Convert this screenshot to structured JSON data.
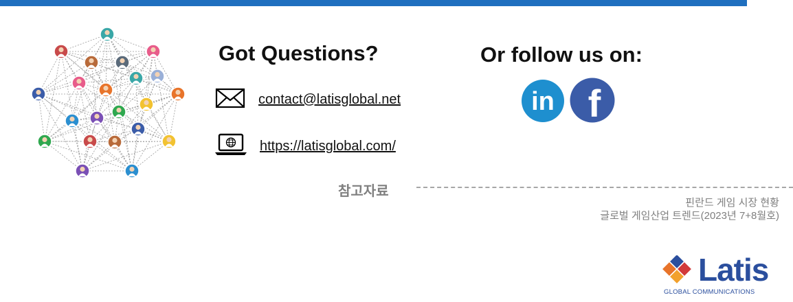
{
  "header": {
    "accent_color": "#1f6fbf"
  },
  "contact": {
    "title": "Got Questions?",
    "email": "contact@latisglobal.net",
    "website": "https://latisglobal.com/"
  },
  "social": {
    "title": "Or follow us on:",
    "linkedin_label": "in",
    "facebook_label": "f",
    "linkedin_color": "#1e8fcf",
    "facebook_color": "#3b5ca8"
  },
  "references": {
    "title": "참고자료",
    "items": [
      "핀란드 게임 시장 현황",
      "글로벌 게임산업 트렌드(2023년 7+8월호)"
    ]
  },
  "logo": {
    "name": "Latis",
    "tagline": "GLOBAL COMMUNICATIONS",
    "brand_color": "#2b4f9e"
  }
}
